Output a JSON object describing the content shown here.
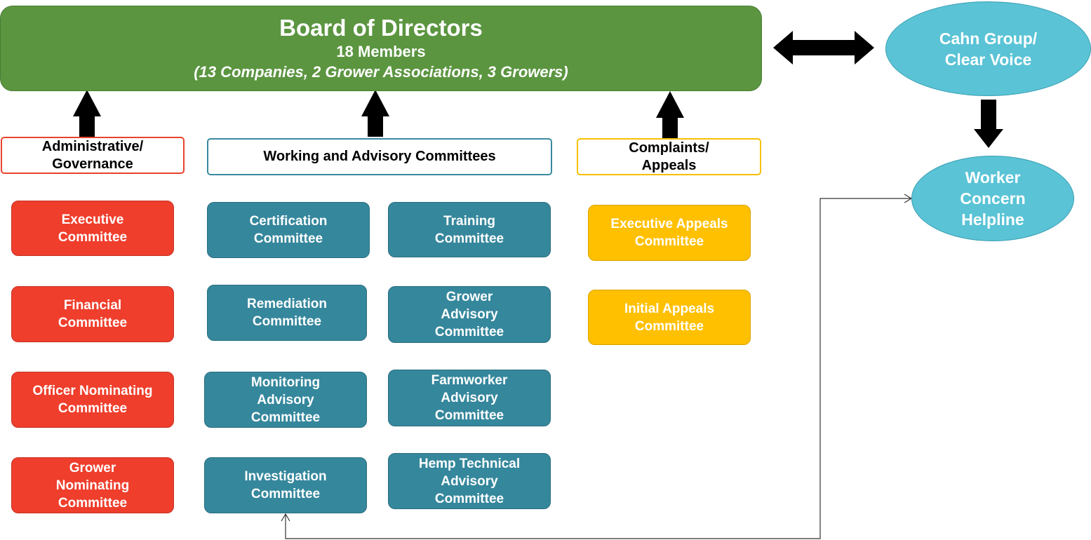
{
  "board": {
    "title": "Board of Directors",
    "members": "18 Members",
    "composition": "(13 Companies, 2 Grower Associations, 3 Growers)",
    "color": "#5b9540"
  },
  "external": {
    "cahn": "Cahn Group/\nClear Voice",
    "helpline": "Worker\nConcern\nHelpline",
    "color": "#5ac3d6"
  },
  "headers": {
    "admin": "Administrative/\nGovernance",
    "working": "Working and Advisory Committees",
    "complaints": "Complaints/\nAppeals"
  },
  "admin_committees": [
    "Executive\nCommittee",
    "Financial\nCommittee",
    "Officer Nominating\nCommittee",
    "Grower\nNominating\nCommittee"
  ],
  "working_committees_left": [
    "Certification\nCommittee",
    "Remediation\nCommittee",
    "Monitoring\nAdvisory\nCommittee",
    "Investigation\nCommittee"
  ],
  "working_committees_right": [
    "Training\nCommittee",
    "Grower\nAdvisory\nCommittee",
    "Farmworker\nAdvisory\nCommittee",
    "Hemp Technical\nAdvisory\nCommittee"
  ],
  "appeals_committees": [
    "Executive Appeals\nCommittee",
    "Initial Appeals\nCommittee"
  ],
  "colors": {
    "admin": "#ef3e2c",
    "working": "#35879c",
    "appeals": "#ffc000"
  }
}
